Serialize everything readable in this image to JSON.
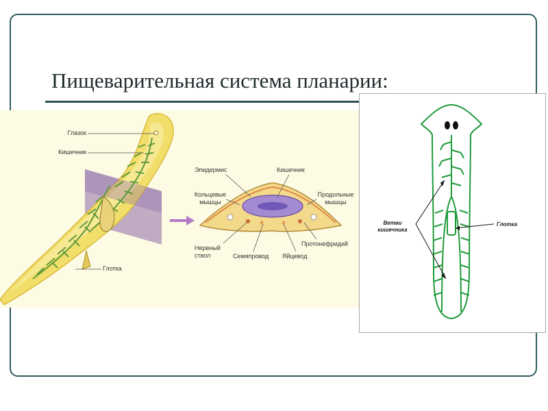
{
  "slide": {
    "title": "Пищеварительная система планарии:"
  },
  "left_figure": {
    "labels": {
      "eyespot": "Глазок",
      "intestine": "Кишечник",
      "pharynx": "Глотка"
    }
  },
  "cross_section": {
    "labels": {
      "epidermis": "Эпидермис",
      "intestine": "Кишечник",
      "ring_muscles": "Кольцевые\nмышцы",
      "long_muscles": "Продольные\nмышцы",
      "nerve_trunk": "Нервный\nствол",
      "sperm_duct": "Семяпровод",
      "oviduct": "Яйцевод",
      "protonephridium": "Протонефридий"
    }
  },
  "right_figure": {
    "labels": {
      "gut_branches": "Ветви\nкишечника",
      "pharynx": "Глотка"
    }
  },
  "colors": {
    "frame": "#2e5a5e",
    "worm_body": "#f2de6a",
    "gut_green": "#1f9a3a",
    "section_plane": "#8c6aa8",
    "arrow": "#b07ac7"
  }
}
